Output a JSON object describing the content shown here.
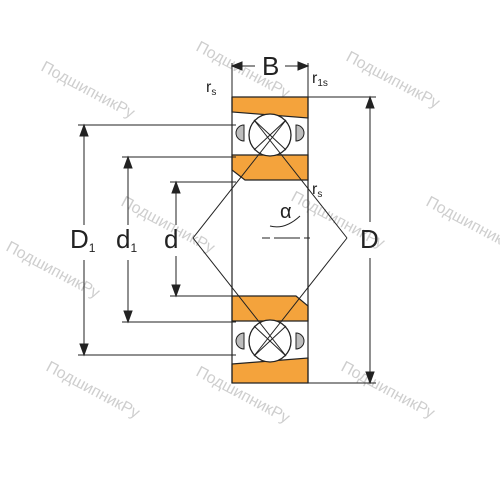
{
  "labels": {
    "B": "B",
    "r_s_left": "r",
    "r_s_left_sub": "s",
    "r_1s": "r",
    "r_1s_sub": "1s",
    "r_s_right": "r",
    "r_s_right_sub": "s",
    "alpha": "α",
    "D1": "D",
    "D1_sub": "1",
    "d1": "d",
    "d1_sub": "1",
    "d": "d",
    "D": "D"
  },
  "watermark": "ПодшипникРу",
  "colors": {
    "ring": "#f4a33c",
    "line": "#222222",
    "ball_shadow": "#bdbdbd",
    "watermark": "#c9c9c9"
  }
}
